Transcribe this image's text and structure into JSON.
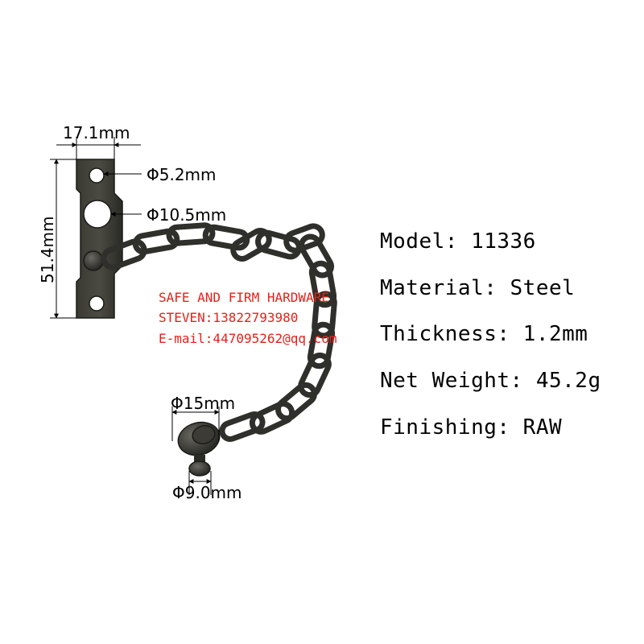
{
  "dimensions": {
    "plate_width": "17.1mm",
    "plate_height": "51.4mm",
    "small_hole": "Φ5.2mm",
    "large_hole": "Φ10.5mm",
    "knob_head": "Φ15mm",
    "knob_stem": "Φ9.0mm"
  },
  "specs": {
    "model": "Model: 11336",
    "material": "Material: Steel",
    "thickness": "Thickness: 1.2mm",
    "net_weight": "Net Weight: 45.2g",
    "finishing": "Finishing: RAW"
  },
  "watermark": {
    "line1": "SAFE AND FIRM HARDWARE",
    "line2": "STEVEN:13822793980",
    "line3": "E-mail:447095262@qq.com"
  },
  "colors": {
    "metal": "#2f2f2b",
    "watermark": "#e8201a"
  }
}
